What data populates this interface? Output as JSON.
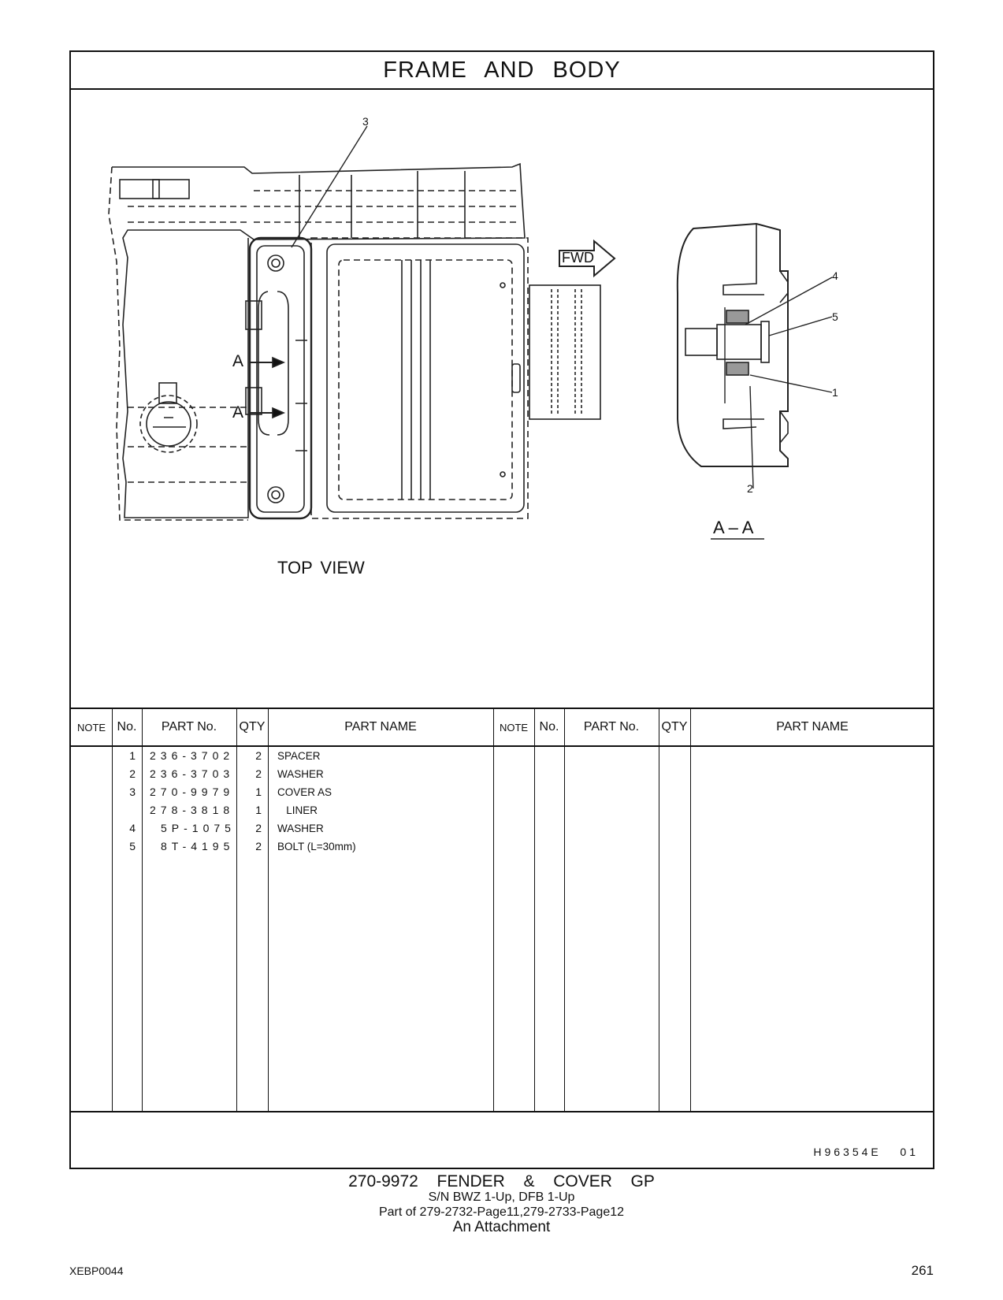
{
  "header": {
    "title": "FRAME   AND   BODY"
  },
  "drawing": {
    "callouts": [
      "3",
      "4",
      "5",
      "1",
      "2"
    ],
    "fwd_label": "FWD",
    "section_marker": "A",
    "section_marker_2": "A",
    "section_label": "A – A",
    "view_label": "TOP  VIEW"
  },
  "table": {
    "headers": {
      "note": "NOTE",
      "no": "No.",
      "part_no": "PART No.",
      "qty": "QTY",
      "part_name": "PART NAME"
    },
    "rows": [
      {
        "no": "1",
        "part_no": "236-3702",
        "qty": "2",
        "part_name": "SPACER"
      },
      {
        "no": "2",
        "part_no": "236-3703",
        "qty": "2",
        "part_name": "WASHER"
      },
      {
        "no": "3",
        "part_no": "270-9979",
        "qty": "1",
        "part_name": "COVER  AS"
      },
      {
        "no": "",
        "part_no": "278-3818",
        "qty": "1",
        "part_name": "   LINER"
      },
      {
        "no": "4",
        "part_no": "5P-1075",
        "qty": "2",
        "part_name": "WASHER"
      },
      {
        "no": "5",
        "part_no": "8T-4195",
        "qty": "2",
        "part_name": "BOLT (L=30mm)"
      }
    ]
  },
  "doc_id": "H96354E   01",
  "footer": {
    "group": "270-9972  FENDER  &  COVER  GP",
    "serial": "S/N BWZ 1-Up, DFB 1-Up",
    "part_of": "Part of 279-2732-Page11,279-2733-Page12",
    "note": "An Attachment"
  },
  "publication": "XEBP0044",
  "page_number": "261"
}
